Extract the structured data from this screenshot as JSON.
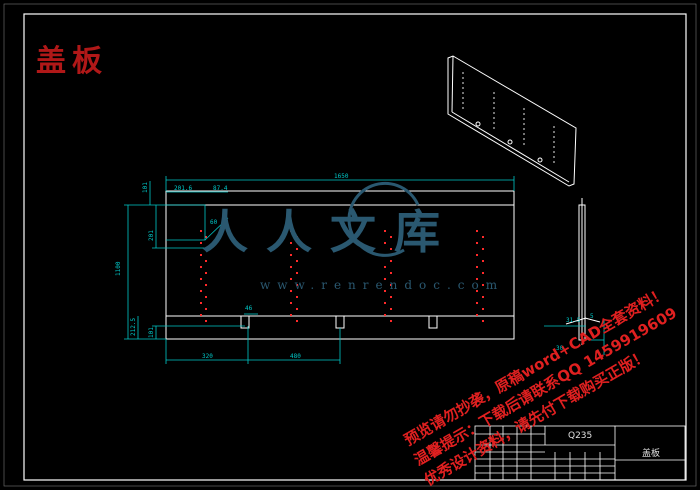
{
  "drawing": {
    "title": "盖板",
    "colors": {
      "background": "#000000",
      "frame": "#ffffff",
      "dimension": "#00c8c8",
      "holes": "#ff2a2a",
      "title_red": "#b01818",
      "watermark_red": "#e02020"
    }
  },
  "dimensions": {
    "overall_width": "1650",
    "tab_width": "201.6",
    "tab_offset": "87.4",
    "left_height": "1100",
    "upper_small": "101",
    "tab_height": "201",
    "lower_a": "212.5",
    "lower_b": "101",
    "bottom_left": "320",
    "bottom_mid": "480",
    "slot_label": "46",
    "tab_angle": "60",
    "side_a": "31.5",
    "side_b": "5",
    "side_c": "30"
  },
  "watermark": {
    "brand": "人人文库",
    "site": "www.renrendoc.com",
    "line1": "预览请勿抄袭，原稿word+CAD全套资料！",
    "line2": "温馨提示：下载后请联系QQ 1459919609",
    "line3": "优秀设计资料，请先付下载购买正版！"
  },
  "title_block": {
    "material": "Q235",
    "part_name": "盖板"
  }
}
